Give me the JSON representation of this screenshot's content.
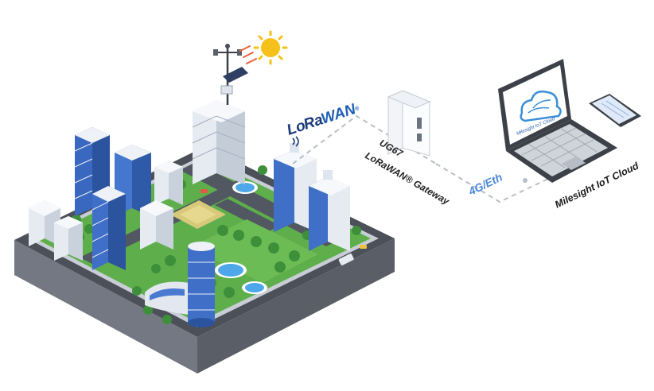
{
  "lorawan_logo": {
    "text_lo": "Lo",
    "text_ra": "Ra",
    "text_wan": "WAN",
    "registered": "®",
    "colors": {
      "lo": "#1a3a7a",
      "wan": "#1f5fb4"
    }
  },
  "gateway": {
    "model": "UG67",
    "name": "LoRaWAN® Gateway"
  },
  "link": {
    "label": "4G/Eth",
    "color": "#4a88d8"
  },
  "cloud": {
    "name": "Milesight IoT Cloud",
    "screen_caption": "Milesight IoT Cloud"
  },
  "icons": {
    "sun": "sun-icon",
    "cloud": "cloud-logo-icon",
    "weather_station": "weather-station-icon",
    "gateway": "gateway-device-icon",
    "laptop": "laptop-icon",
    "phone": "smartphone-icon"
  },
  "palette": {
    "grass": "#5ea84b",
    "grass_dark": "#3f8a38",
    "road": "#4a4f58",
    "base_side": "#6b7079",
    "building_glass": "#3f6fc7",
    "building_white": "#e9edf3",
    "water": "#4da7e8"
  }
}
